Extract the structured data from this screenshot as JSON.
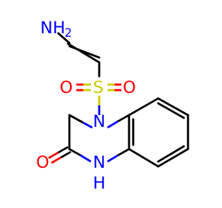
{
  "molecule": {
    "atoms": {
      "amine": {
        "symbol": "NH",
        "subscript": "2"
      },
      "sulfur": {
        "symbol": "S"
      },
      "sulfonyl_oxygen_left": {
        "symbol": "O"
      },
      "sulfonyl_oxygen_right": {
        "symbol": "O"
      },
      "ring_nitrogen_top": {
        "symbol": "N"
      },
      "carbonyl_oxygen": {
        "symbol": "O"
      },
      "ring_nitrogen_bottom": {
        "symbol": "N",
        "hydrogen": "H"
      }
    },
    "colors": {
      "bond": "#000000",
      "carbon_text": "#000000",
      "nitrogen": "#0000ff",
      "oxygen": "#ff0000",
      "sulfur": "#cccc00"
    }
  }
}
